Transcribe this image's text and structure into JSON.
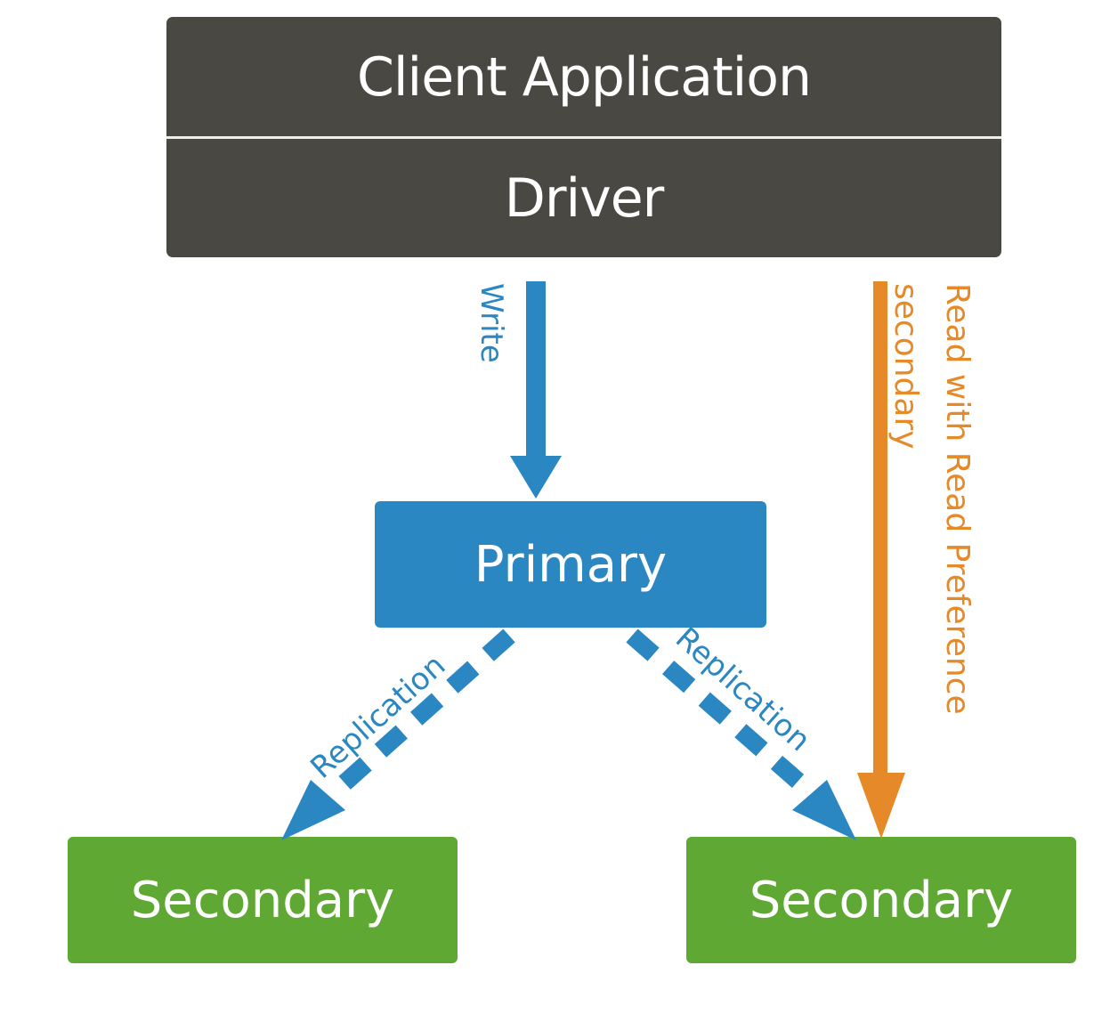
{
  "diagram": {
    "client": {
      "title": "Client Application",
      "layer": "Driver"
    },
    "primary": {
      "label": "Primary"
    },
    "secondaries": [
      {
        "label": "Secondary"
      },
      {
        "label": "Secondary"
      }
    ],
    "edges": {
      "write": {
        "label": "Write",
        "from": "Driver",
        "to": "Primary",
        "style": "solid"
      },
      "replication_left": {
        "label": "Replication",
        "from": "Primary",
        "to": "Secondary (left)",
        "style": "dashed"
      },
      "replication_right": {
        "label": "Replication",
        "from": "Primary",
        "to": "Secondary (right)",
        "style": "dashed"
      },
      "read": {
        "label_line1": "Read with Read Preference",
        "label_line2": "secondary",
        "from": "Driver",
        "to": "Secondary (right)",
        "style": "solid"
      }
    },
    "colors": {
      "client": "#4a4843",
      "primary": "#2b87c2",
      "secondary": "#5fa834",
      "write_arrow": "#2b87c2",
      "read_arrow": "#e68a29"
    }
  }
}
